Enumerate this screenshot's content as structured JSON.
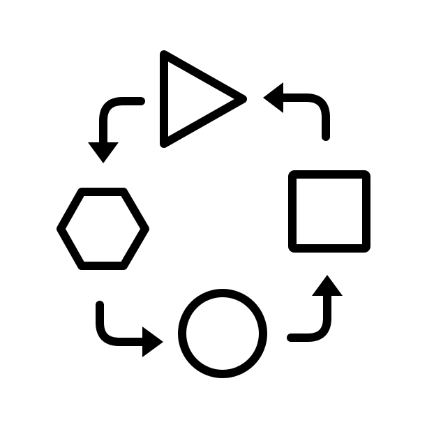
{
  "icon": {
    "name": "workflow-cycle-icon",
    "stroke_color": "#000000",
    "background_color": "#ffffff",
    "shapes": [
      "triangle",
      "square",
      "circle",
      "hexagon"
    ],
    "arrows": [
      "arrow-square-to-triangle",
      "arrow-triangle-to-hexagon",
      "arrow-hexagon-to-circle",
      "arrow-circle-to-square"
    ]
  }
}
